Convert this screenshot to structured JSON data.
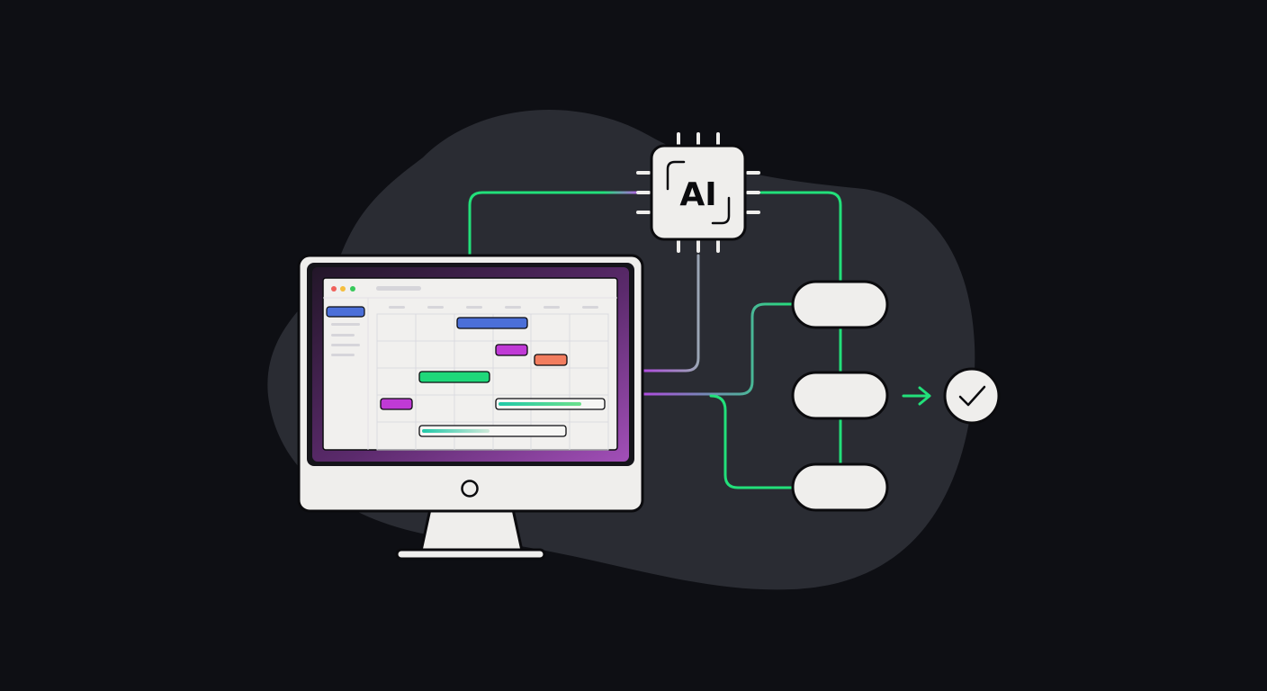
{
  "colors": {
    "background": "#0e0f14",
    "blob": "#2a2c33",
    "line_green": "#22e07a",
    "line_purple": "#b04be0",
    "line_lavender": "#9b8fc0",
    "device_body": "#efeeec",
    "outline": "#0b0b0e",
    "screen_bezel": "#15141a",
    "screen_glow": "#8e3fa6",
    "calendar_bg": "#f1f0ee",
    "grid_line": "#dcdbe0",
    "bar_blue": "#4b6fd8",
    "bar_magenta": "#c03ad6",
    "bar_orange": "#f27d5f",
    "bar_green": "#1fd87a",
    "bar_teal": "#2ec9a9",
    "dot_red": "#f0605a",
    "dot_yellow": "#f5be3d",
    "dot_green": "#37c95a"
  },
  "ai_chip": {
    "label": "AI",
    "icon": "processor-chip-icon"
  },
  "check_badge": {
    "icon": "checkmark-icon"
  },
  "monitor": {
    "power_icon": "power-button-icon"
  },
  "calendar": {
    "window_controls": [
      "close-dot",
      "minimize-dot",
      "maximize-dot"
    ],
    "columns": 6,
    "rows": 5
  }
}
